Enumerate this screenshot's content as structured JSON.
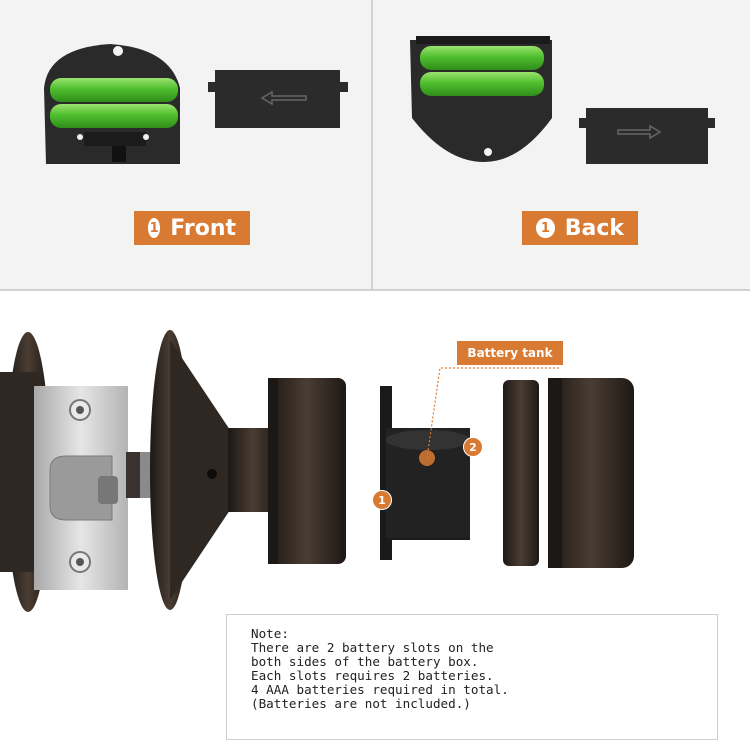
{
  "top_panels": {
    "front": {
      "number": "1",
      "label": "Front"
    },
    "back": {
      "number": "1",
      "label": "Back"
    }
  },
  "callouts": {
    "battery_tank": "Battery tank",
    "marker_1": "1",
    "marker_2": "2"
  },
  "note": {
    "heading": "Note:",
    "lines": [
      "There are 2 battery slots on the",
      "both sides of the battery box.",
      "Each slots requires 2 batteries.",
      "4 AAA batteries required in total.",
      "(Batteries are not included.)"
    ]
  },
  "colors": {
    "accent": "#d97a33",
    "battery_green": "#5ec43a",
    "lock_bronze": "#2e2722",
    "plate_silver": "#c9c9c9"
  }
}
